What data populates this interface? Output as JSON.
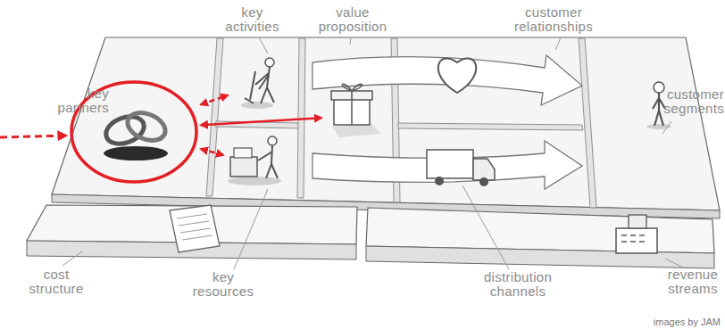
{
  "diagram": {
    "nodes": [
      {
        "text": [
          "key partners"
        ]
      },
      {
        "text": [
          "key activities"
        ]
      },
      {
        "text": [
          "key resources"
        ]
      },
      {
        "text": [
          "value proposition"
        ]
      },
      {
        "text": [
          "customer relationships"
        ]
      },
      {
        "text": [
          "distribution channels"
        ]
      },
      {
        "text": [
          "customer segments"
        ]
      },
      {
        "text": [
          "cost structure"
        ]
      },
      {
        "text": [
          "revenue streams"
        ]
      }
    ],
    "edges": [
      {
        "from": 0,
        "to": 1,
        "arrow": "both"
      },
      {
        "from": 0,
        "to": 3,
        "arrow": "both"
      },
      {
        "from": 0,
        "to": 2,
        "arrow": "both"
      }
    ],
    "labels": [
      "images by JAM"
    ]
  }
}
